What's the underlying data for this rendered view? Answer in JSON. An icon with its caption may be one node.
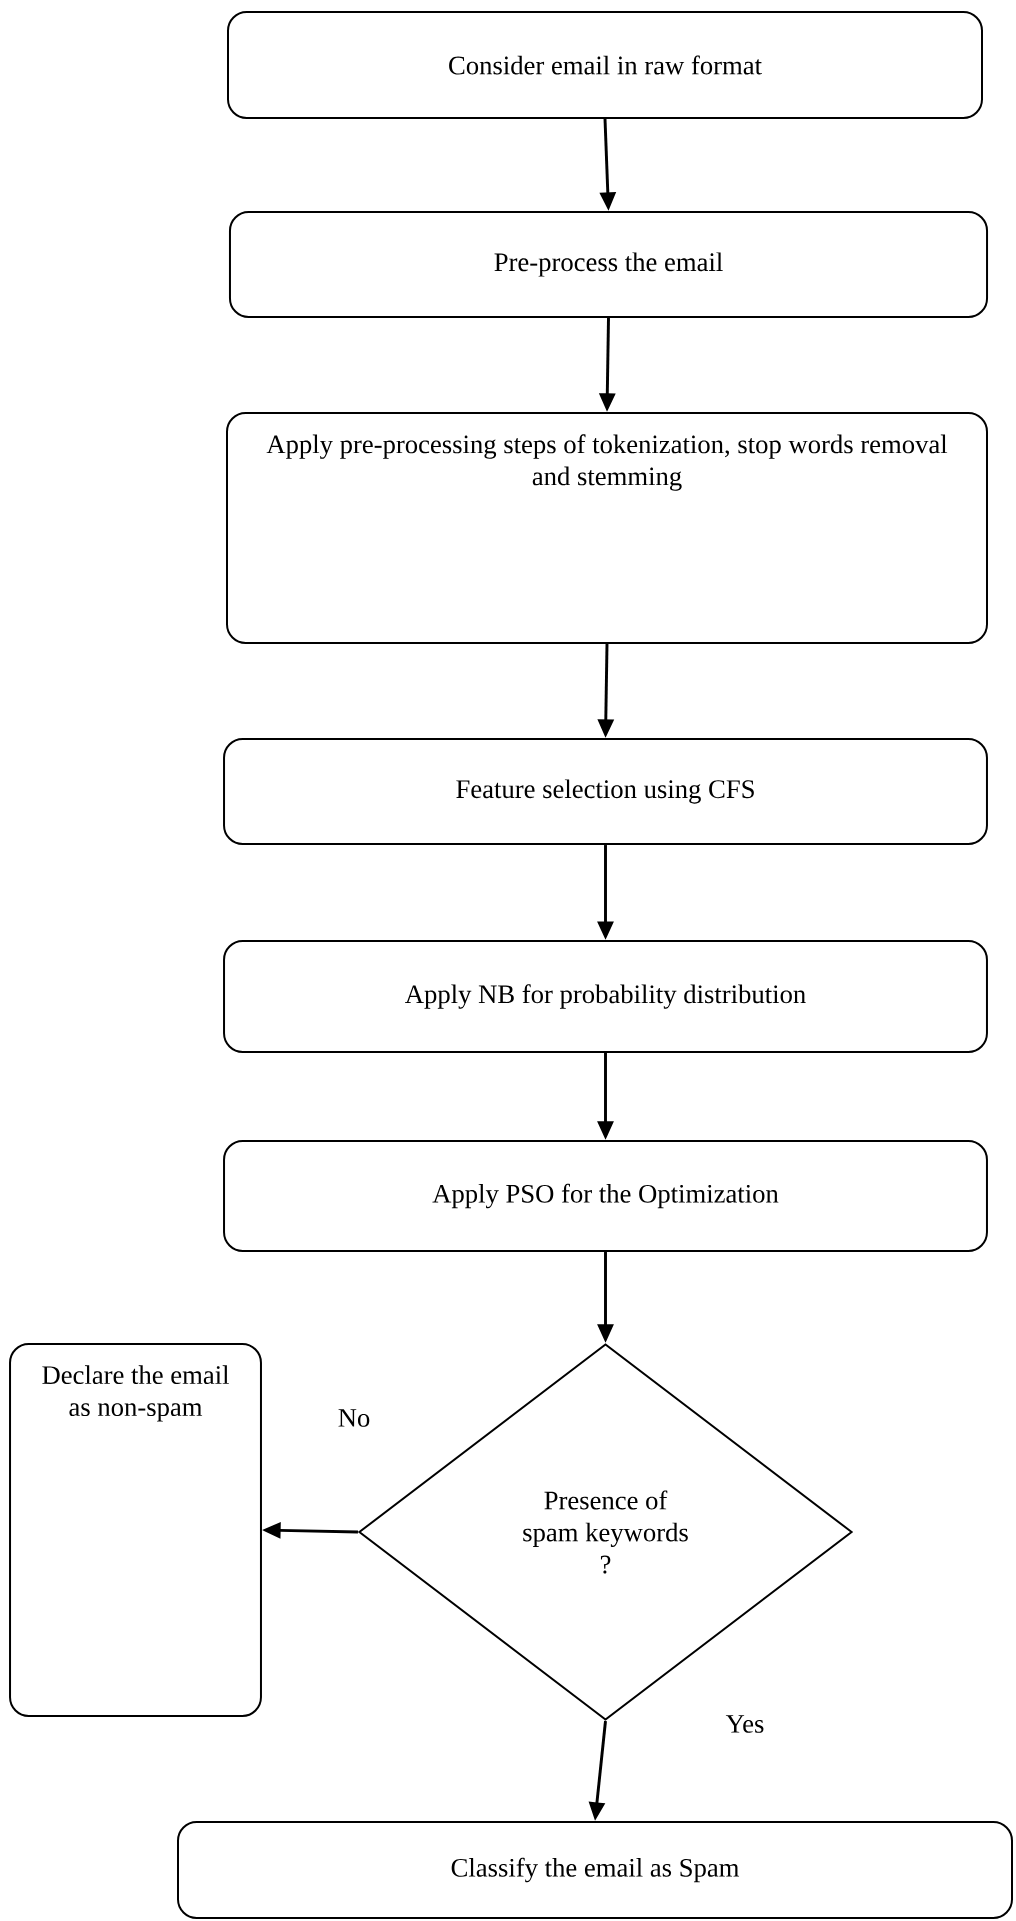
{
  "diagram": {
    "nodes": [
      {
        "text": [
          "Consider email in raw format"
        ]
      },
      {
        "text": [
          "Pre-process the email"
        ]
      },
      {
        "text": [
          "Apply pre-processing steps of tokenization, stop words removal and stemming"
        ]
      },
      {
        "text": [
          "Feature selection using CFS"
        ]
      },
      {
        "text": [
          "Apply NB for probability distribution"
        ]
      },
      {
        "text": [
          "Apply PSO for the Optimization"
        ]
      },
      {
        "text": [
          "Presence of spam keywords ?"
        ]
      },
      {
        "text": [
          "Declare the email as non-spam"
        ]
      },
      {
        "text": [
          "Classify the email as Spam"
        ]
      }
    ],
    "edges": [
      {
        "from": 0,
        "to": 1,
        "arrow": "to"
      },
      {
        "from": 1,
        "to": 2,
        "arrow": "to"
      },
      {
        "from": 2,
        "to": 3,
        "arrow": "to"
      },
      {
        "from": 3,
        "to": 4,
        "arrow": "to"
      },
      {
        "from": 4,
        "to": 5,
        "arrow": "to"
      },
      {
        "from": 5,
        "to": 6,
        "arrow": "to"
      },
      {
        "from": 6,
        "to": 7,
        "arrow": "to",
        "label": "No"
      },
      {
        "from": 6,
        "to": 8,
        "arrow": "to",
        "label": "Yes"
      }
    ]
  }
}
